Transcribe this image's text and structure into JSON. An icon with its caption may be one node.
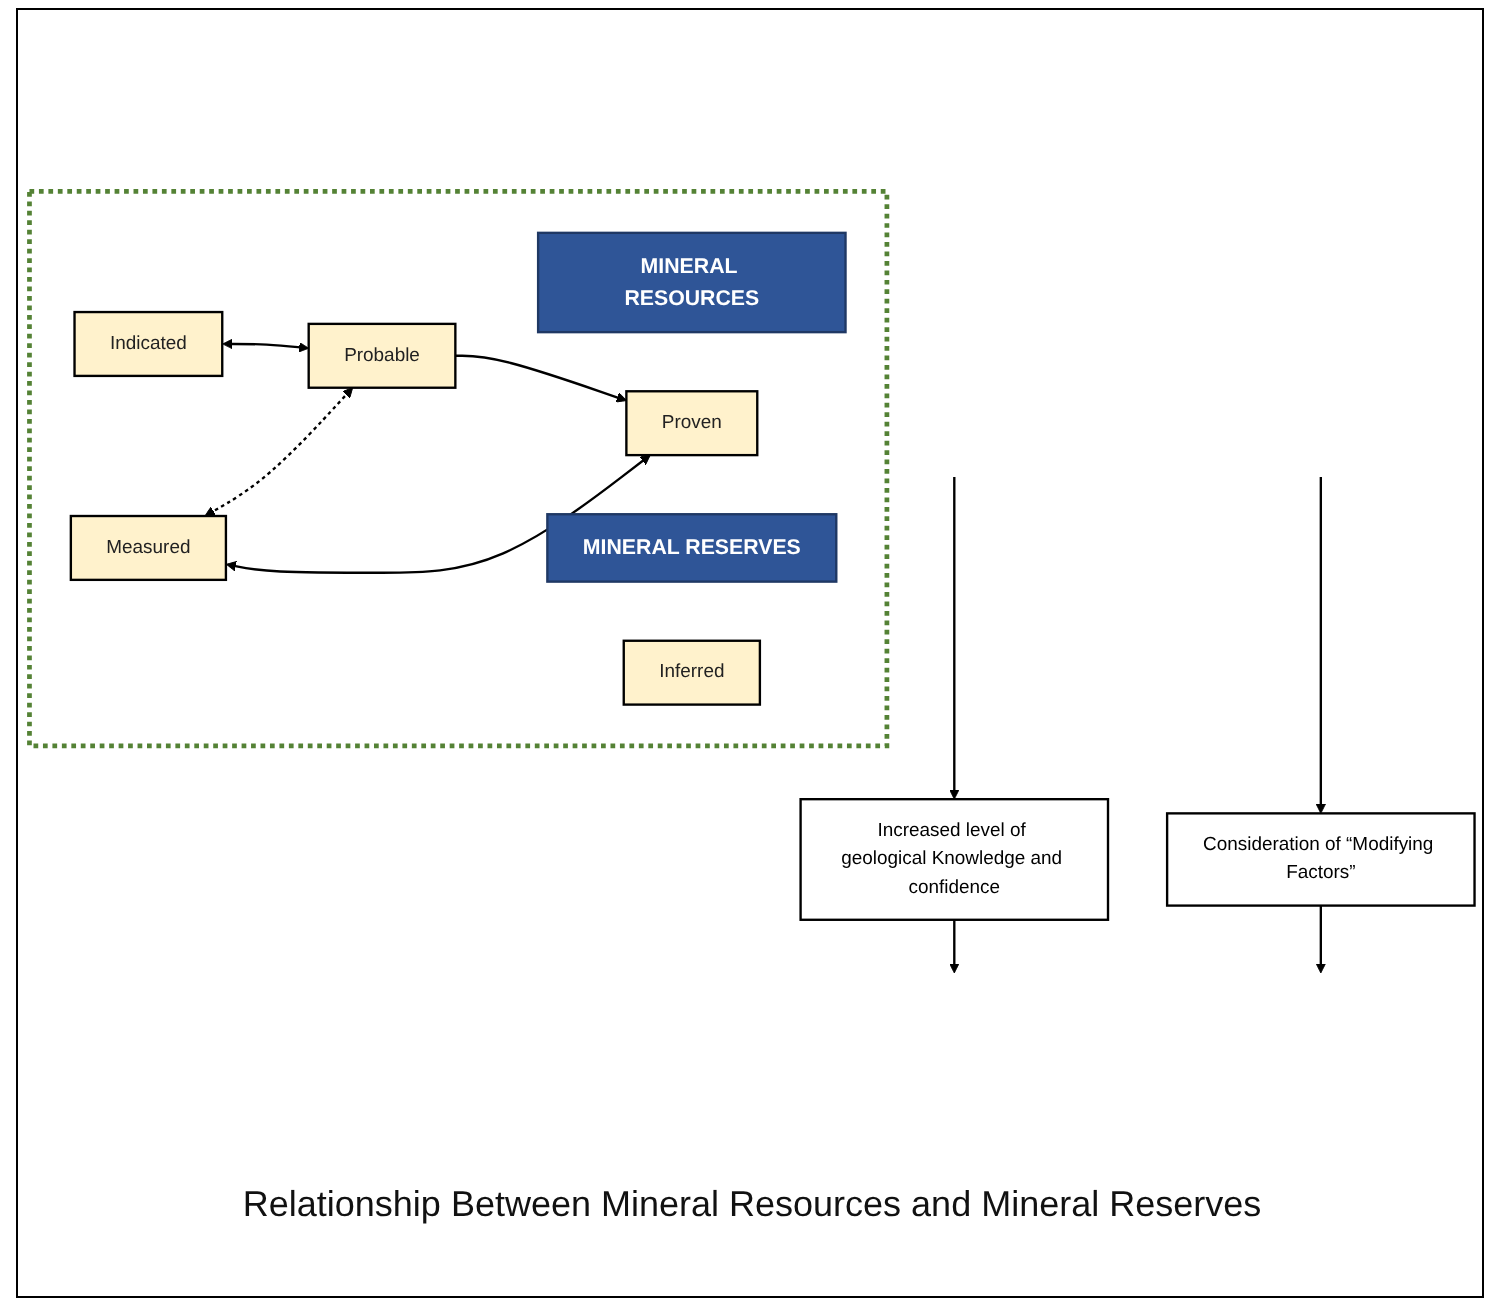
{
  "diagram": {
    "caption": "Relationship Between Mineral Resources and Mineral Reserves",
    "nodes": [
      {
        "text": [
          "Increased level of geological Knowledge and confidence"
        ]
      },
      {
        "text": [],
        "shape": "box"
      },
      {
        "text": [
          "MINERAL RESOURCES"
        ],
        "in": 1
      },
      {
        "text": [
          "MINERAL RESERVES"
        ],
        "in": 1
      },
      {
        "text": [
          "Inferred"
        ],
        "in": 1
      },
      {
        "text": [
          "Indicated"
        ],
        "in": 1
      },
      {
        "text": [
          "Probable"
        ],
        "in": 1
      },
      {
        "text": [
          "Measured"
        ],
        "in": 1
      },
      {
        "text": [
          "Proven"
        ],
        "in": 1
      },
      {
        "text": [
          "Consideration of “Modifying Factors”"
        ]
      }
    ],
    "edges": [
      {
        "from": null,
        "to": 0,
        "arrow": "to"
      },
      {
        "from": 0,
        "to": null,
        "arrow": "to"
      },
      {
        "from": 5,
        "to": 6,
        "arrow": "both"
      },
      {
        "from": 6,
        "to": 8,
        "arrow": "to"
      },
      {
        "from": 6,
        "to": 7,
        "arrow": "both",
        "style": "dashed"
      },
      {
        "from": 7,
        "to": 8,
        "arrow": "both"
      },
      {
        "from": null,
        "to": 9,
        "arrow": "to"
      },
      {
        "from": 9,
        "to": null,
        "arrow": "to"
      }
    ]
  }
}
